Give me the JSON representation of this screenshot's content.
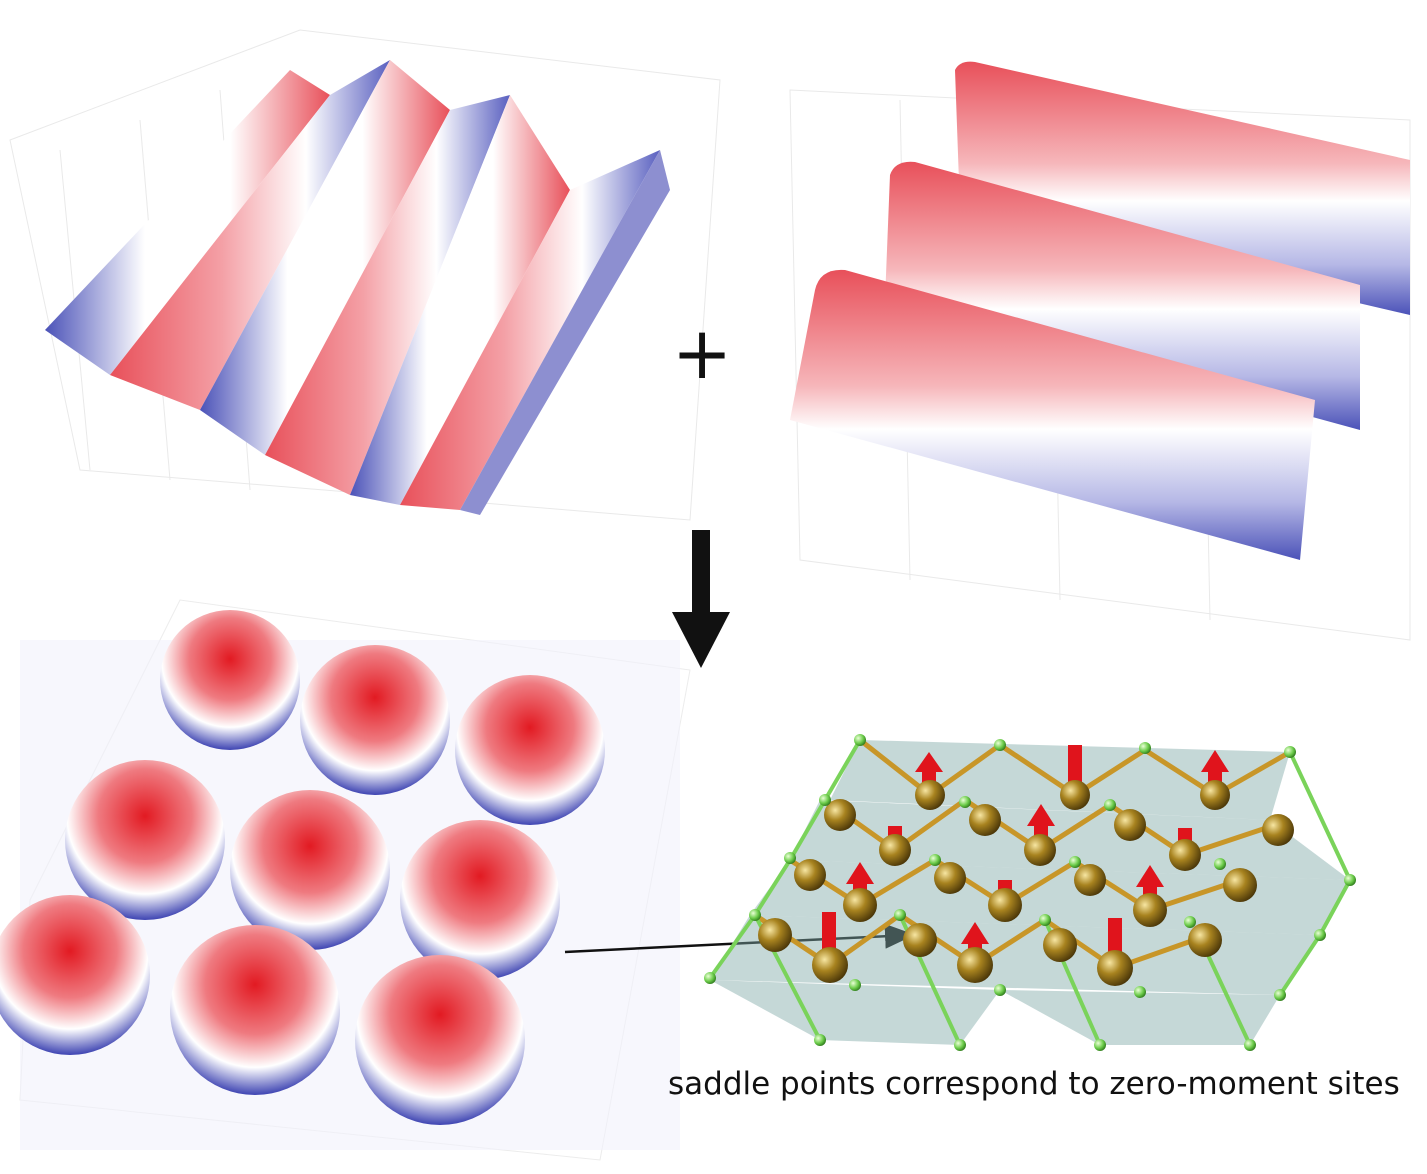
{
  "symbols": {
    "plus": "+"
  },
  "caption": {
    "text": "saddle points correspond to zero-moment sites"
  },
  "colors": {
    "wave_high": "#e8505a",
    "wave_low": "#4b52b8",
    "wave_mid": "#ffffff",
    "atom": "#9a7a1e",
    "ligand": "#7ad35a",
    "bond": "#c89628",
    "moment": "#e0141c",
    "plane": "#7fa9a6"
  },
  "panels": {
    "top_left": {
      "kind": "modulation-wave",
      "direction": "diagonal"
    },
    "top_right": {
      "kind": "modulation-wave",
      "direction": "horizontal"
    },
    "bottom_left": {
      "kind": "superposed-wave"
    },
    "bottom_right": {
      "kind": "crystal-structure"
    }
  }
}
